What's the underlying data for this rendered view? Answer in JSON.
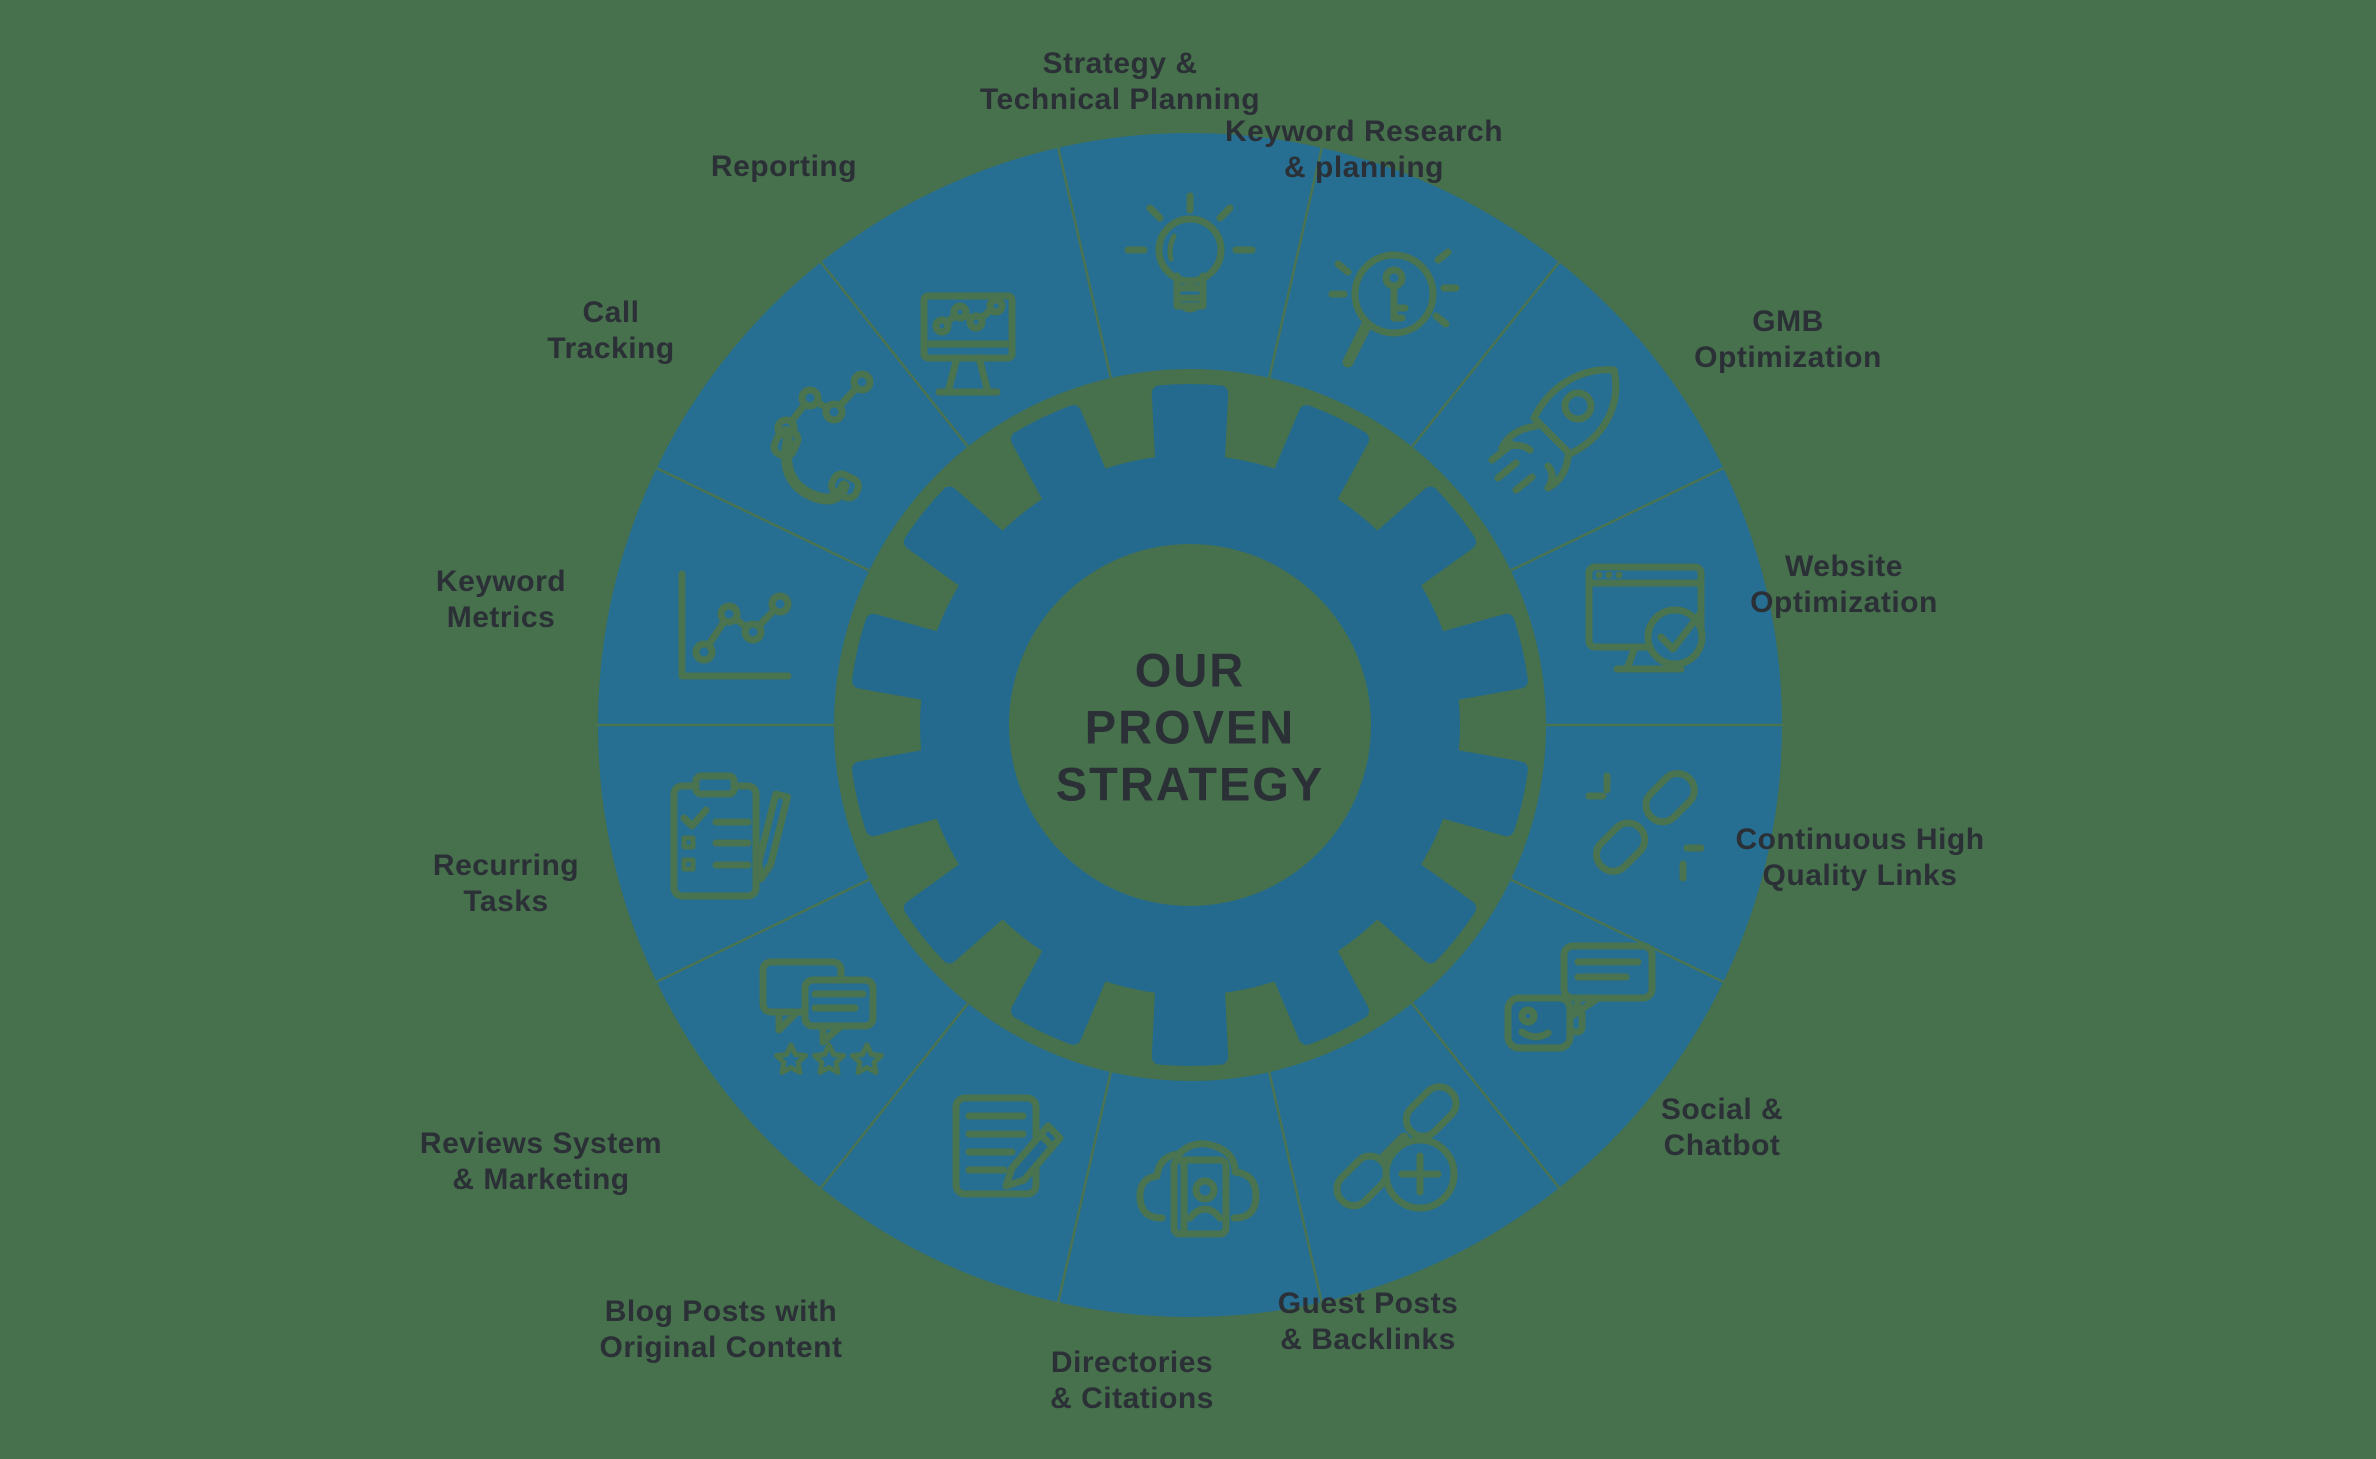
{
  "colors": {
    "background": "#47714d",
    "ring_blue": "#266e92",
    "gear_blue": "#246a8e",
    "icon_green": "#4a7350",
    "text_dark": "#2b3036"
  },
  "center": {
    "title": "OUR\nPROVEN\nSTRATEGY"
  },
  "segments": [
    {
      "label": "Strategy &\nTechnical Planning",
      "icon": "lightbulb-icon"
    },
    {
      "label": "Keyword Research\n& planning",
      "icon": "keyword-magnifier-icon"
    },
    {
      "label": "GMB\nOptimization",
      "icon": "rocket-icon"
    },
    {
      "label": "Website\nOptimization",
      "icon": "browser-check-icon"
    },
    {
      "label": "Continuous High\nQuality Links",
      "icon": "chain-link-icon"
    },
    {
      "label": "Social &\nChatbot",
      "icon": "robot-chat-icon"
    },
    {
      "label": "Guest Posts\n& Backlinks",
      "icon": "link-plus-icon"
    },
    {
      "label": "Directories\n& Citations",
      "icon": "cloud-contacts-icon"
    },
    {
      "label": "Blog Posts with\nOriginal Content",
      "icon": "document-pencil-icon"
    },
    {
      "label": "Reviews System\n& Marketing",
      "icon": "review-bubbles-stars-icon"
    },
    {
      "label": "Recurring\nTasks",
      "icon": "clipboard-checklist-icon"
    },
    {
      "label": "Keyword\nMetrics",
      "icon": "line-chart-axes-icon"
    },
    {
      "label": "Call\nTracking",
      "icon": "phone-chart-icon"
    },
    {
      "label": "Reporting",
      "icon": "monitor-chart-icon"
    }
  ]
}
